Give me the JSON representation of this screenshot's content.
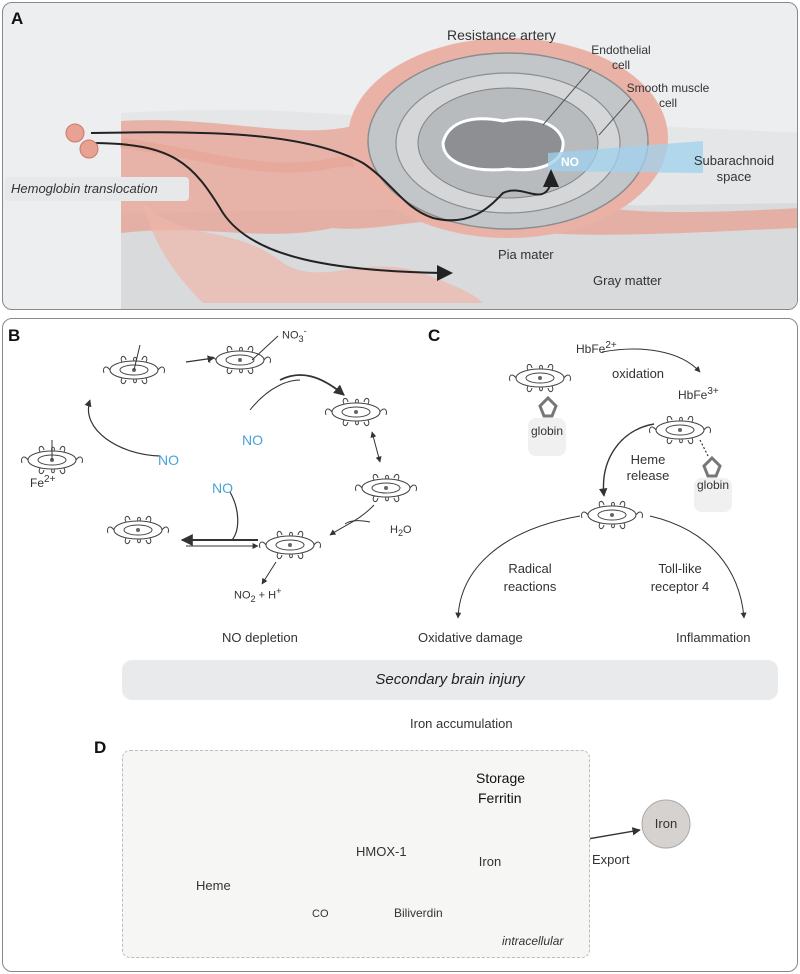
{
  "panel_a": {
    "label": "A",
    "resistance_artery": "Resistance artery",
    "endothelial_cell": [
      "Endothelial",
      "cell"
    ],
    "smooth_muscle_cell": [
      "Smooth muscle",
      "cell"
    ],
    "subarachnoid_space": [
      "Subarachnoid",
      "space"
    ],
    "hemoglobin_translocation": "Hemoglobin translocation",
    "pia_mater": "Pia mater",
    "gray_matter": "Gray matter",
    "no": "NO"
  },
  "panel_b": {
    "label": "B",
    "no_1": "NO",
    "no_2": "NO",
    "no_3": "NO",
    "no3_product": "NO",
    "no3_sub": "3",
    "no3_sup": "-",
    "water": "H",
    "water_sub": "2",
    "water_o": "O",
    "no2_product": "NO",
    "no2_sub": "2",
    "no2_rest": " + H",
    "no2_sup": "+",
    "fe2_label": "Fe",
    "fe2_sup": "2+",
    "no_depletion": "NO depletion"
  },
  "panel_c": {
    "label": "C",
    "hbfe2": "HbFe",
    "hbfe2_sup": "2+",
    "oxidation": "oxidation",
    "hbfe3": "HbFe",
    "hbfe3_sup": "3+",
    "heme_release": [
      "Heme",
      "release"
    ],
    "globin_1": "globin",
    "globin_2": "globin",
    "radical_reactions": [
      "Radical",
      "reactions"
    ],
    "tlr4": [
      "Toll-like",
      "receptor 4"
    ],
    "oxidative_damage": "Oxidative damage",
    "inflammation": "Inflammation"
  },
  "secondary_injury": "Secondary brain injury",
  "iron_accumulation": "Iron accumulation",
  "panel_d": {
    "label": "D",
    "heme": "Heme",
    "hmox1": "HMOX-1",
    "co": "CO",
    "biliverdin": "Biliverdin",
    "iron_1": "Iron",
    "iron_2": "Iron",
    "storage": "Storage",
    "ferritin": "Ferritin",
    "export": "Export",
    "intracellular": "intracellular"
  },
  "colors": {
    "pink": "#e8a193",
    "pink_light": "#f2c6bb",
    "gray_cell": "#b7bbbf",
    "lumen": "#8e8f92",
    "no_blue": "#4aa3d8",
    "iron_fill": "#d5d2cf"
  }
}
